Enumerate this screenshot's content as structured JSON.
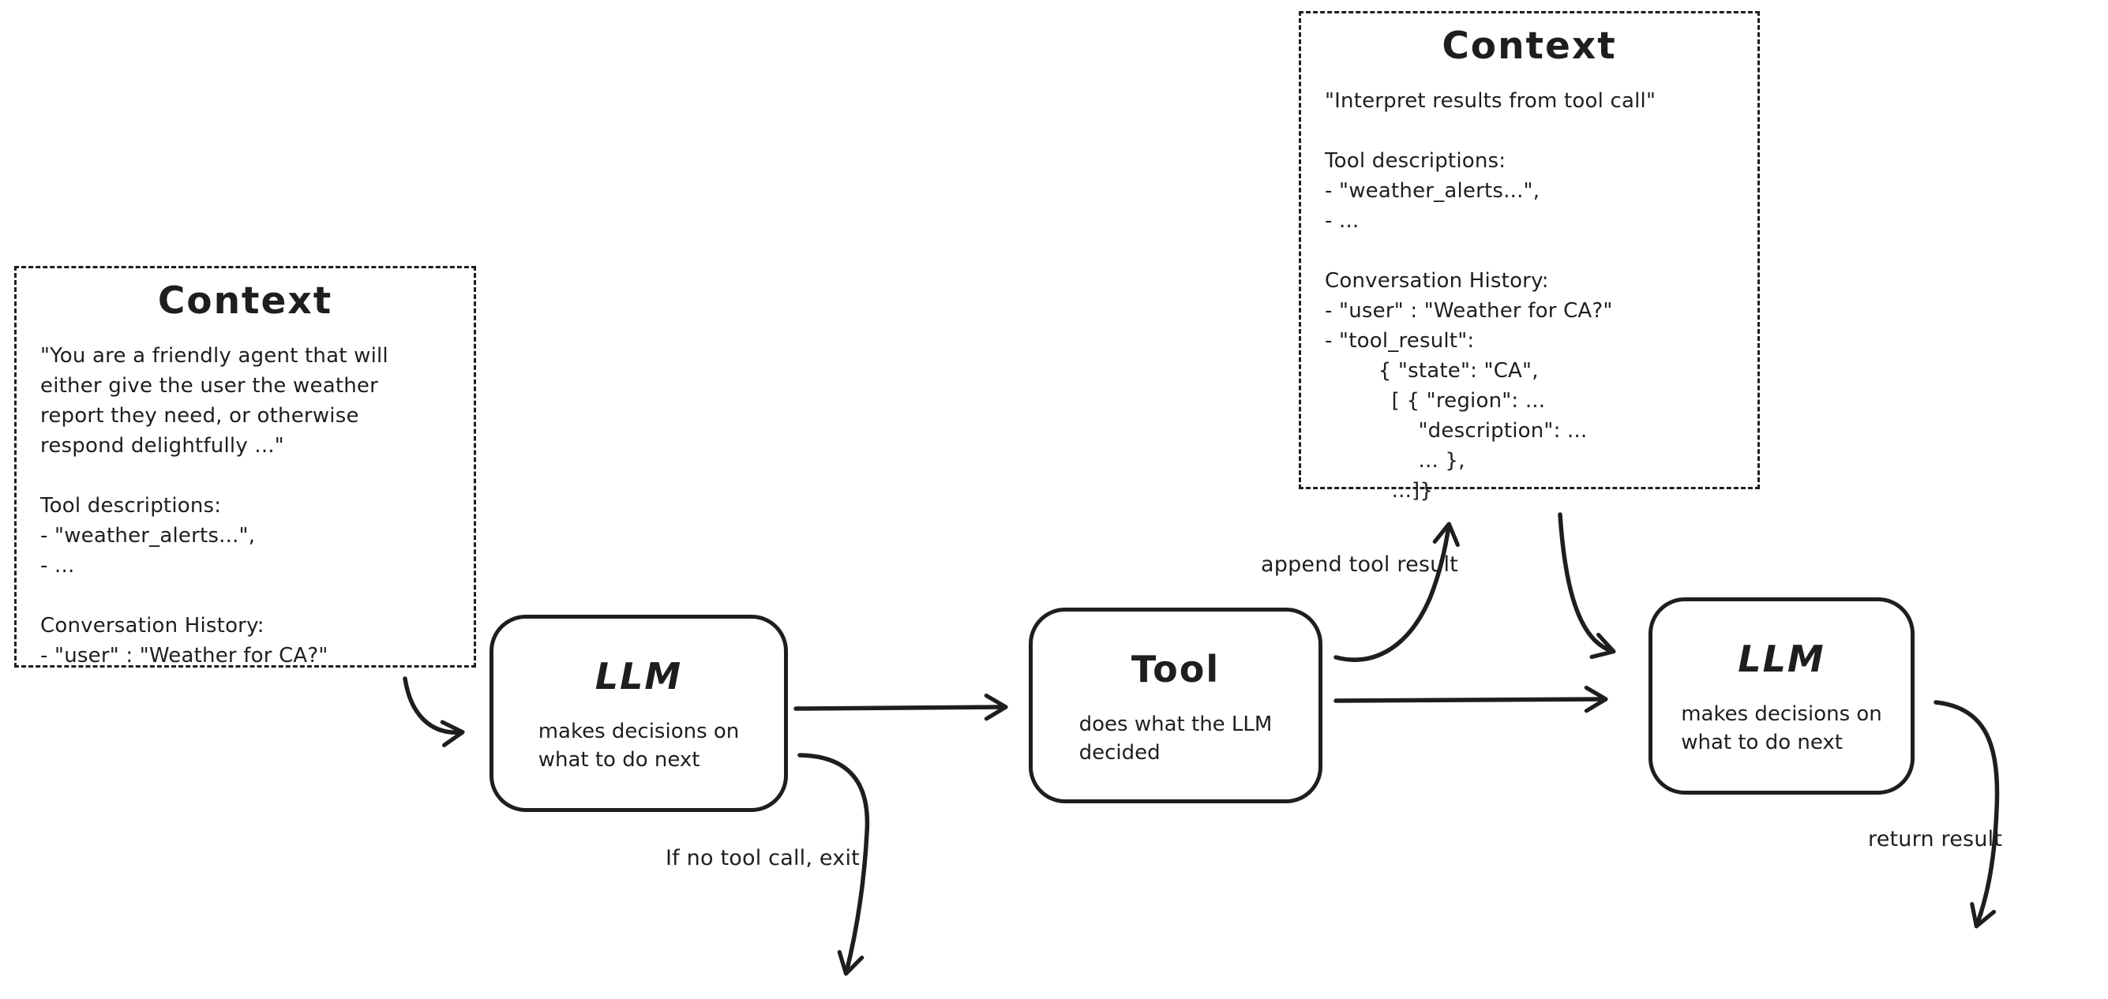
{
  "canvas": {
    "background": "#ffffff",
    "ink_color": "#1e1e1e"
  },
  "context_left": {
    "title": "Context",
    "body": "\"You are a friendly agent that will\neither give the user the weather\nreport they need, or otherwise\nrespond delightfully ...\"\n\nTool descriptions:\n- \"weather_alerts...\",\n- ...\n\nConversation History:\n- \"user\" : \"Weather for CA?\""
  },
  "context_top": {
    "title": "Context",
    "body": "\"Interpret results from tool call\"\n\nTool descriptions:\n- \"weather_alerts...\",\n- ...\n\nConversation History:\n- \"user\" : \"Weather for CA?\"\n- \"tool_result\":\n        { \"state\": \"CA\",\n          [ { \"region\": ...\n              \"description\": ...\n              ... },\n          ...]}"
  },
  "nodes": {
    "llm1": {
      "title": "LLM",
      "subtitle": "makes decisions on\nwhat to do next"
    },
    "tool": {
      "title": "Tool",
      "subtitle": "does what the LLM\ndecided"
    },
    "llm2": {
      "title": "LLM",
      "subtitle": "makes decisions on\nwhat to do next"
    }
  },
  "labels": {
    "append_tool_result": "append tool result",
    "if_no_tool_call": "If no tool call, exit",
    "return_result": "return result"
  }
}
